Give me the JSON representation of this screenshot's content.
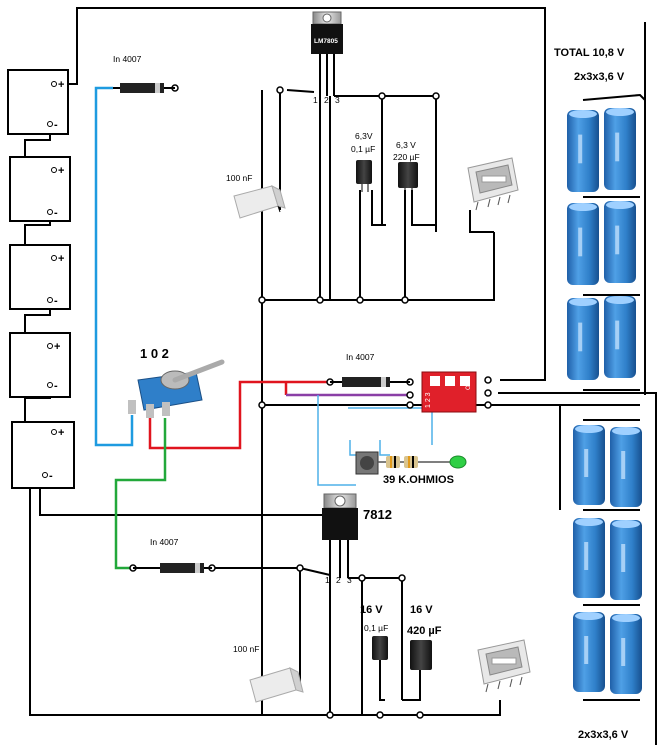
{
  "labels": {
    "total": "TOTAL   10,8 V",
    "pack_top": "2x3x3,6 V",
    "pack_bottom": "2x3x3,6 V",
    "diode_top": "In 4007",
    "diode_mid": "In 4007",
    "diode_bottom": "In 4007",
    "reg_top": "LM7805",
    "reg_bottom": "7812",
    "cap_film_top": "100 nF",
    "cap_film_bottom": "100 nF",
    "cap1_top_volt": "6,3V",
    "cap1_top_val": "0,1  µF",
    "cap2_top_volt": "6,3 V",
    "cap2_top_val": "220  µF",
    "cap1_bot_volt": "16  V",
    "cap1_bot_val": "0,1  µF",
    "cap2_bot_volt": "16 V",
    "cap2_bot_val": "420  µF",
    "switch": "1  0  2",
    "resistor": "39 K.OHMIOS",
    "dip_pins": "1  2  3",
    "dip_on": "ON",
    "pin_numbers": [
      "1",
      "2",
      "3"
    ]
  },
  "battery_cells": [
    {
      "plus": "+",
      "minus": "-"
    },
    {
      "plus": "+",
      "minus": "-"
    },
    {
      "plus": "+",
      "minus": "-"
    },
    {
      "plus": "+",
      "minus": "-"
    },
    {
      "plus": "+",
      "minus": "-"
    }
  ],
  "colors": {
    "wire": "#000000",
    "blue_wire": "#1e9be0",
    "red_wire": "#e0141e",
    "green_wire": "#22a83a",
    "purple_wire": "#8a3fa6",
    "light_blue_wire": "#4fb0e8",
    "cell_blue": "#2f7fc9",
    "cap_film": "#e8e8e8",
    "dip_red": "#e0202a",
    "led_green": "#2fcf45"
  }
}
